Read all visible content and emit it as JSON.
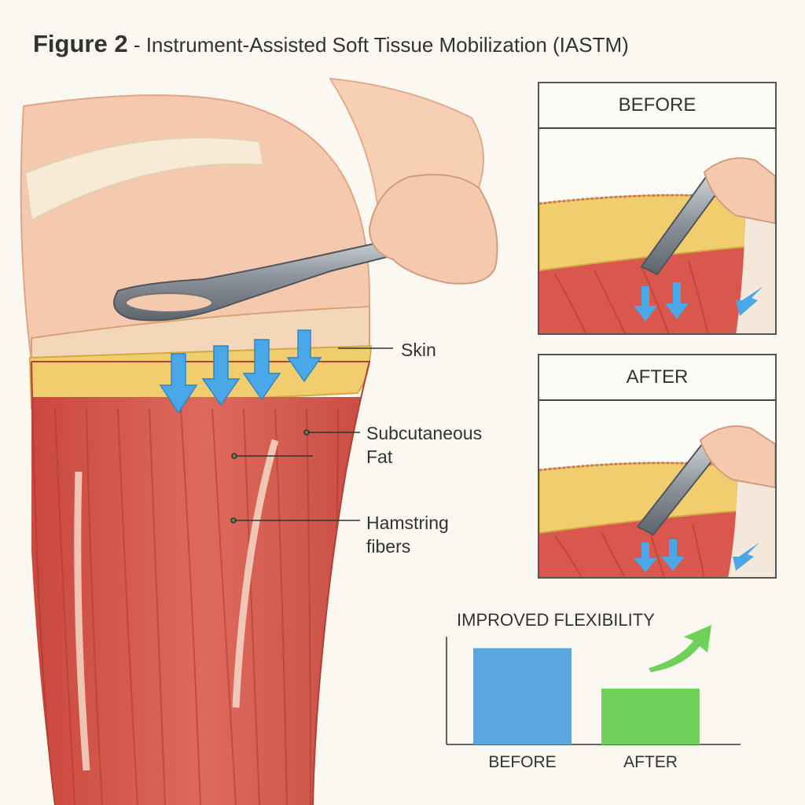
{
  "figure": {
    "number_label": "Figure 2",
    "separator": " - ",
    "title": "Instrument-Assisted Soft Tissue Mobilization (IASTM)"
  },
  "anatomy_labels": {
    "skin": "Skin",
    "fat": "Subcutaneous\nFat",
    "fibers": "Hamstring\nfibers"
  },
  "panels": {
    "before": {
      "heading": "BEFORE"
    },
    "after": {
      "heading": "AFTER"
    }
  },
  "colors": {
    "skin": "#f5c9ad",
    "fat": "#f2cd6e",
    "muscle": "#d9574c",
    "arrow": "#4aa8e8",
    "before_bar": "#5aa7e0",
    "after_bar": "#6fd05a",
    "trend_arrow": "#6fd05a"
  },
  "chart_data": {
    "type": "bar",
    "title": "IMPROVED FLEXIBILITY",
    "categories": [
      "BEFORE",
      "AFTER"
    ],
    "values": [
      100,
      58
    ],
    "ylim": [
      0,
      120
    ],
    "grid": false,
    "colors": [
      "#5aa7e0",
      "#6fd05a"
    ]
  }
}
